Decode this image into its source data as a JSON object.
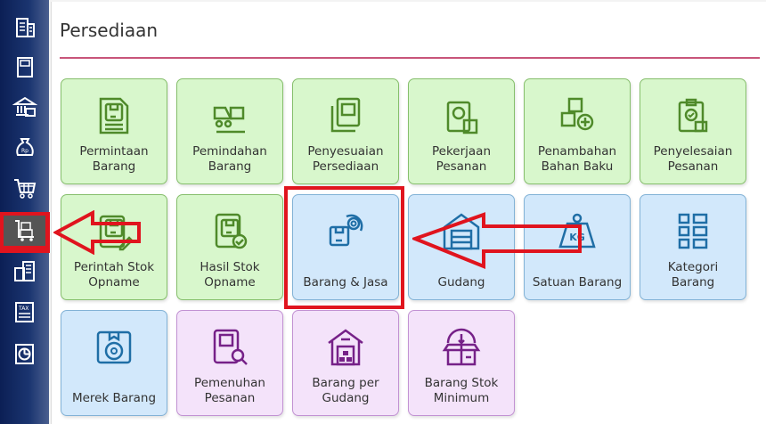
{
  "sidebar": {
    "items": [
      {
        "icon": "building-icon"
      },
      {
        "icon": "ledger-icon"
      },
      {
        "icon": "bank-icon"
      },
      {
        "icon": "money-bag-icon"
      },
      {
        "icon": "cart-icon"
      },
      {
        "icon": "inventory-cart-icon",
        "active": true
      },
      {
        "icon": "factory-icon"
      },
      {
        "icon": "tax-icon"
      },
      {
        "icon": "report-chart-icon"
      }
    ],
    "money_bag_text": "Rp",
    "tax_text": "TAX"
  },
  "panel": {
    "title": "Persediaan",
    "tiles": [
      {
        "label": "Permintaan\nBarang",
        "color": "green",
        "icon": "document-box-icon"
      },
      {
        "label": "Pemindahan\nBarang",
        "color": "green",
        "icon": "forklift-icon"
      },
      {
        "label": "Penyesuaian\nPersediaan",
        "color": "green",
        "icon": "adjust-box-icon"
      },
      {
        "label": "Pekerjaan\nPesanan",
        "color": "green",
        "icon": "clipboard-gear-icon"
      },
      {
        "label": "Penambahan\nBahan Baku",
        "color": "green",
        "icon": "boxes-plus-icon"
      },
      {
        "label": "Penyelesaian\nPesanan",
        "color": "green",
        "icon": "clipboard-check-icon"
      },
      {
        "label": "Perintah Stok\nOpname",
        "color": "green",
        "icon": "box-pencil-icon"
      },
      {
        "label": "Hasil Stok\nOpname",
        "color": "green",
        "icon": "box-check-icon"
      },
      {
        "label": "Barang & Jasa",
        "color": "blue",
        "icon": "box-gear-icon",
        "highlighted": true
      },
      {
        "label": "Gudang",
        "color": "blue",
        "icon": "warehouse-icon"
      },
      {
        "label": "Satuan Barang",
        "color": "blue",
        "icon": "weight-icon",
        "icon_text": "KG"
      },
      {
        "label": "Kategori\nBarang",
        "color": "blue",
        "icon": "category-grid-icon"
      },
      {
        "label": "Merek Barang",
        "color": "blue",
        "icon": "brand-badge-icon"
      },
      {
        "label": "Pemenuhan\nPesanan",
        "color": "purple",
        "icon": "box-search-icon"
      },
      {
        "label": "Barang per\nGudang",
        "color": "purple",
        "icon": "warehouse-boxes-icon"
      },
      {
        "label": "Barang Stok\nMinimum",
        "color": "purple",
        "icon": "open-box-icon"
      }
    ]
  },
  "colors": {
    "accent_red": "#e0141e",
    "rule": "#c8557a"
  }
}
